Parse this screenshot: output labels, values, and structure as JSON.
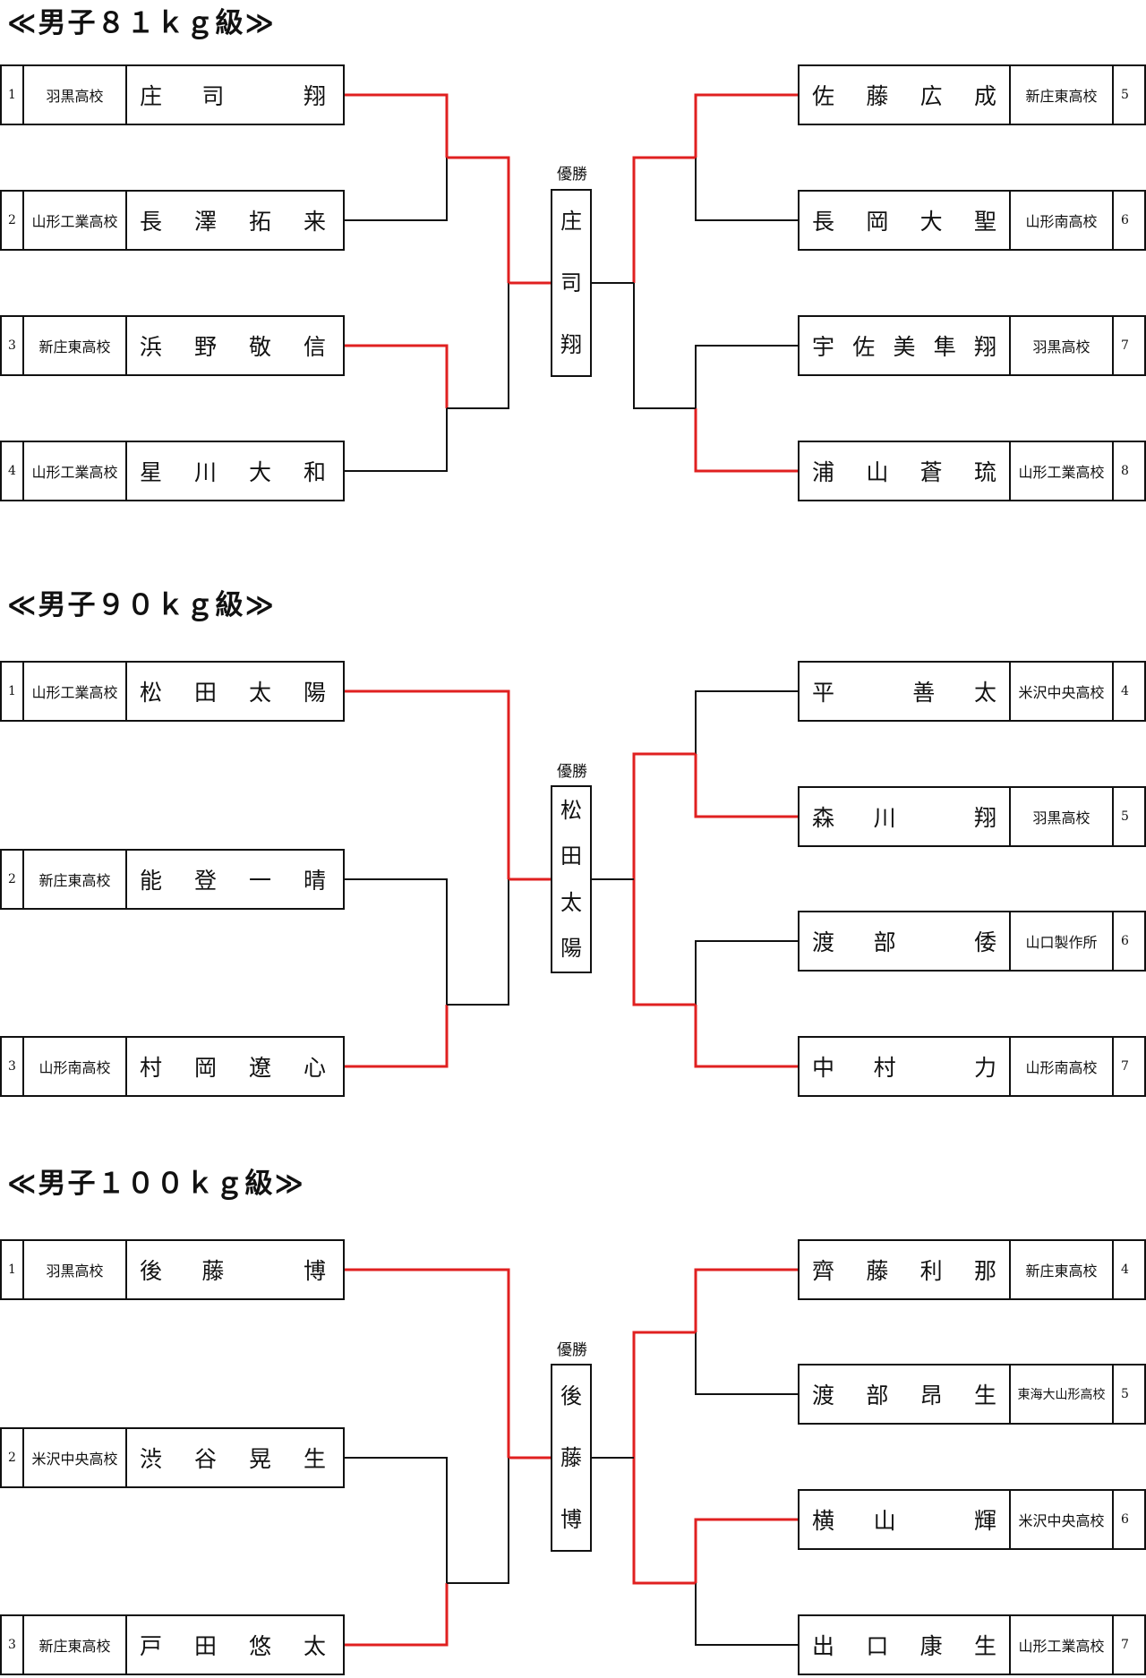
{
  "divisions": [
    {
      "title": "≪男子８１ｋｇ級≫",
      "champion_label": "優勝",
      "champion": [
        "庄",
        "司",
        "翔"
      ],
      "left": [
        {
          "seed": "1",
          "school": "羽黒高校",
          "name": [
            "庄",
            "司",
            "翔"
          ]
        },
        {
          "seed": "2",
          "school": "山形工業高校",
          "name": [
            "長",
            "澤",
            "拓",
            "来"
          ]
        },
        {
          "seed": "3",
          "school": "新庄東高校",
          "name": [
            "浜",
            "野",
            "敬",
            "信"
          ]
        },
        {
          "seed": "4",
          "school": "山形工業高校",
          "name": [
            "星",
            "川",
            "大",
            "和"
          ]
        }
      ],
      "right": [
        {
          "seed": "5",
          "school": "新庄東高校",
          "name": [
            "佐",
            "藤",
            "広",
            "成"
          ]
        },
        {
          "seed": "6",
          "school": "山形南高校",
          "name": [
            "長",
            "岡",
            "大",
            "聖"
          ]
        },
        {
          "seed": "7",
          "school": "羽黒高校",
          "name": [
            "宇",
            "佐",
            "美",
            "隼",
            "翔"
          ]
        },
        {
          "seed": "8",
          "school": "山形工業高校",
          "name": [
            "浦",
            "山",
            "蒼",
            "琉"
          ]
        }
      ]
    },
    {
      "title": "≪男子９０ｋｇ級≫",
      "champion_label": "優勝",
      "champion": [
        "松",
        "田",
        "太",
        "陽"
      ],
      "left": [
        {
          "seed": "1",
          "school": "山形工業高校",
          "name": [
            "松",
            "田",
            "太",
            "陽"
          ]
        },
        {
          "seed": "2",
          "school": "新庄東高校",
          "name": [
            "能",
            "登",
            "一",
            "晴"
          ]
        },
        {
          "seed": "3",
          "school": "山形南高校",
          "name": [
            "村",
            "岡",
            "遼",
            "心"
          ]
        }
      ],
      "right": [
        {
          "seed": "4",
          "school": "米沢中央高校",
          "name": [
            "平",
            "善",
            "太"
          ]
        },
        {
          "seed": "5",
          "school": "羽黒高校",
          "name": [
            "森",
            "川",
            "翔"
          ]
        },
        {
          "seed": "6",
          "school": "山口製作所",
          "name": [
            "渡",
            "部",
            "倭"
          ]
        },
        {
          "seed": "7",
          "school": "山形南高校",
          "name": [
            "中",
            "村",
            "力"
          ]
        }
      ]
    },
    {
      "title": "≪男子１００ｋｇ級≫",
      "champion_label": "優勝",
      "champion": [
        "後",
        "藤",
        "博"
      ],
      "left": [
        {
          "seed": "1",
          "school": "羽黒高校",
          "name": [
            "後",
            "藤",
            "博"
          ]
        },
        {
          "seed": "2",
          "school": "米沢中央高校",
          "name": [
            "渋",
            "谷",
            "晃",
            "生"
          ]
        },
        {
          "seed": "3",
          "school": "新庄東高校",
          "name": [
            "戸",
            "田",
            "悠",
            "太"
          ]
        }
      ],
      "right": [
        {
          "seed": "4",
          "school": "新庄東高校",
          "name": [
            "齊",
            "藤",
            "利",
            "那"
          ]
        },
        {
          "seed": "5",
          "school": "東海大山形高校",
          "name": [
            "渡",
            "部",
            "昂",
            "生"
          ]
        },
        {
          "seed": "6",
          "school": "米沢中央高校",
          "name": [
            "横",
            "山",
            "輝"
          ]
        },
        {
          "seed": "7",
          "school": "山形工業高校",
          "name": [
            "出",
            "口",
            "康",
            "生"
          ]
        }
      ]
    }
  ],
  "colors": {
    "winner_line": "#e02020",
    "line": "#111111"
  }
}
